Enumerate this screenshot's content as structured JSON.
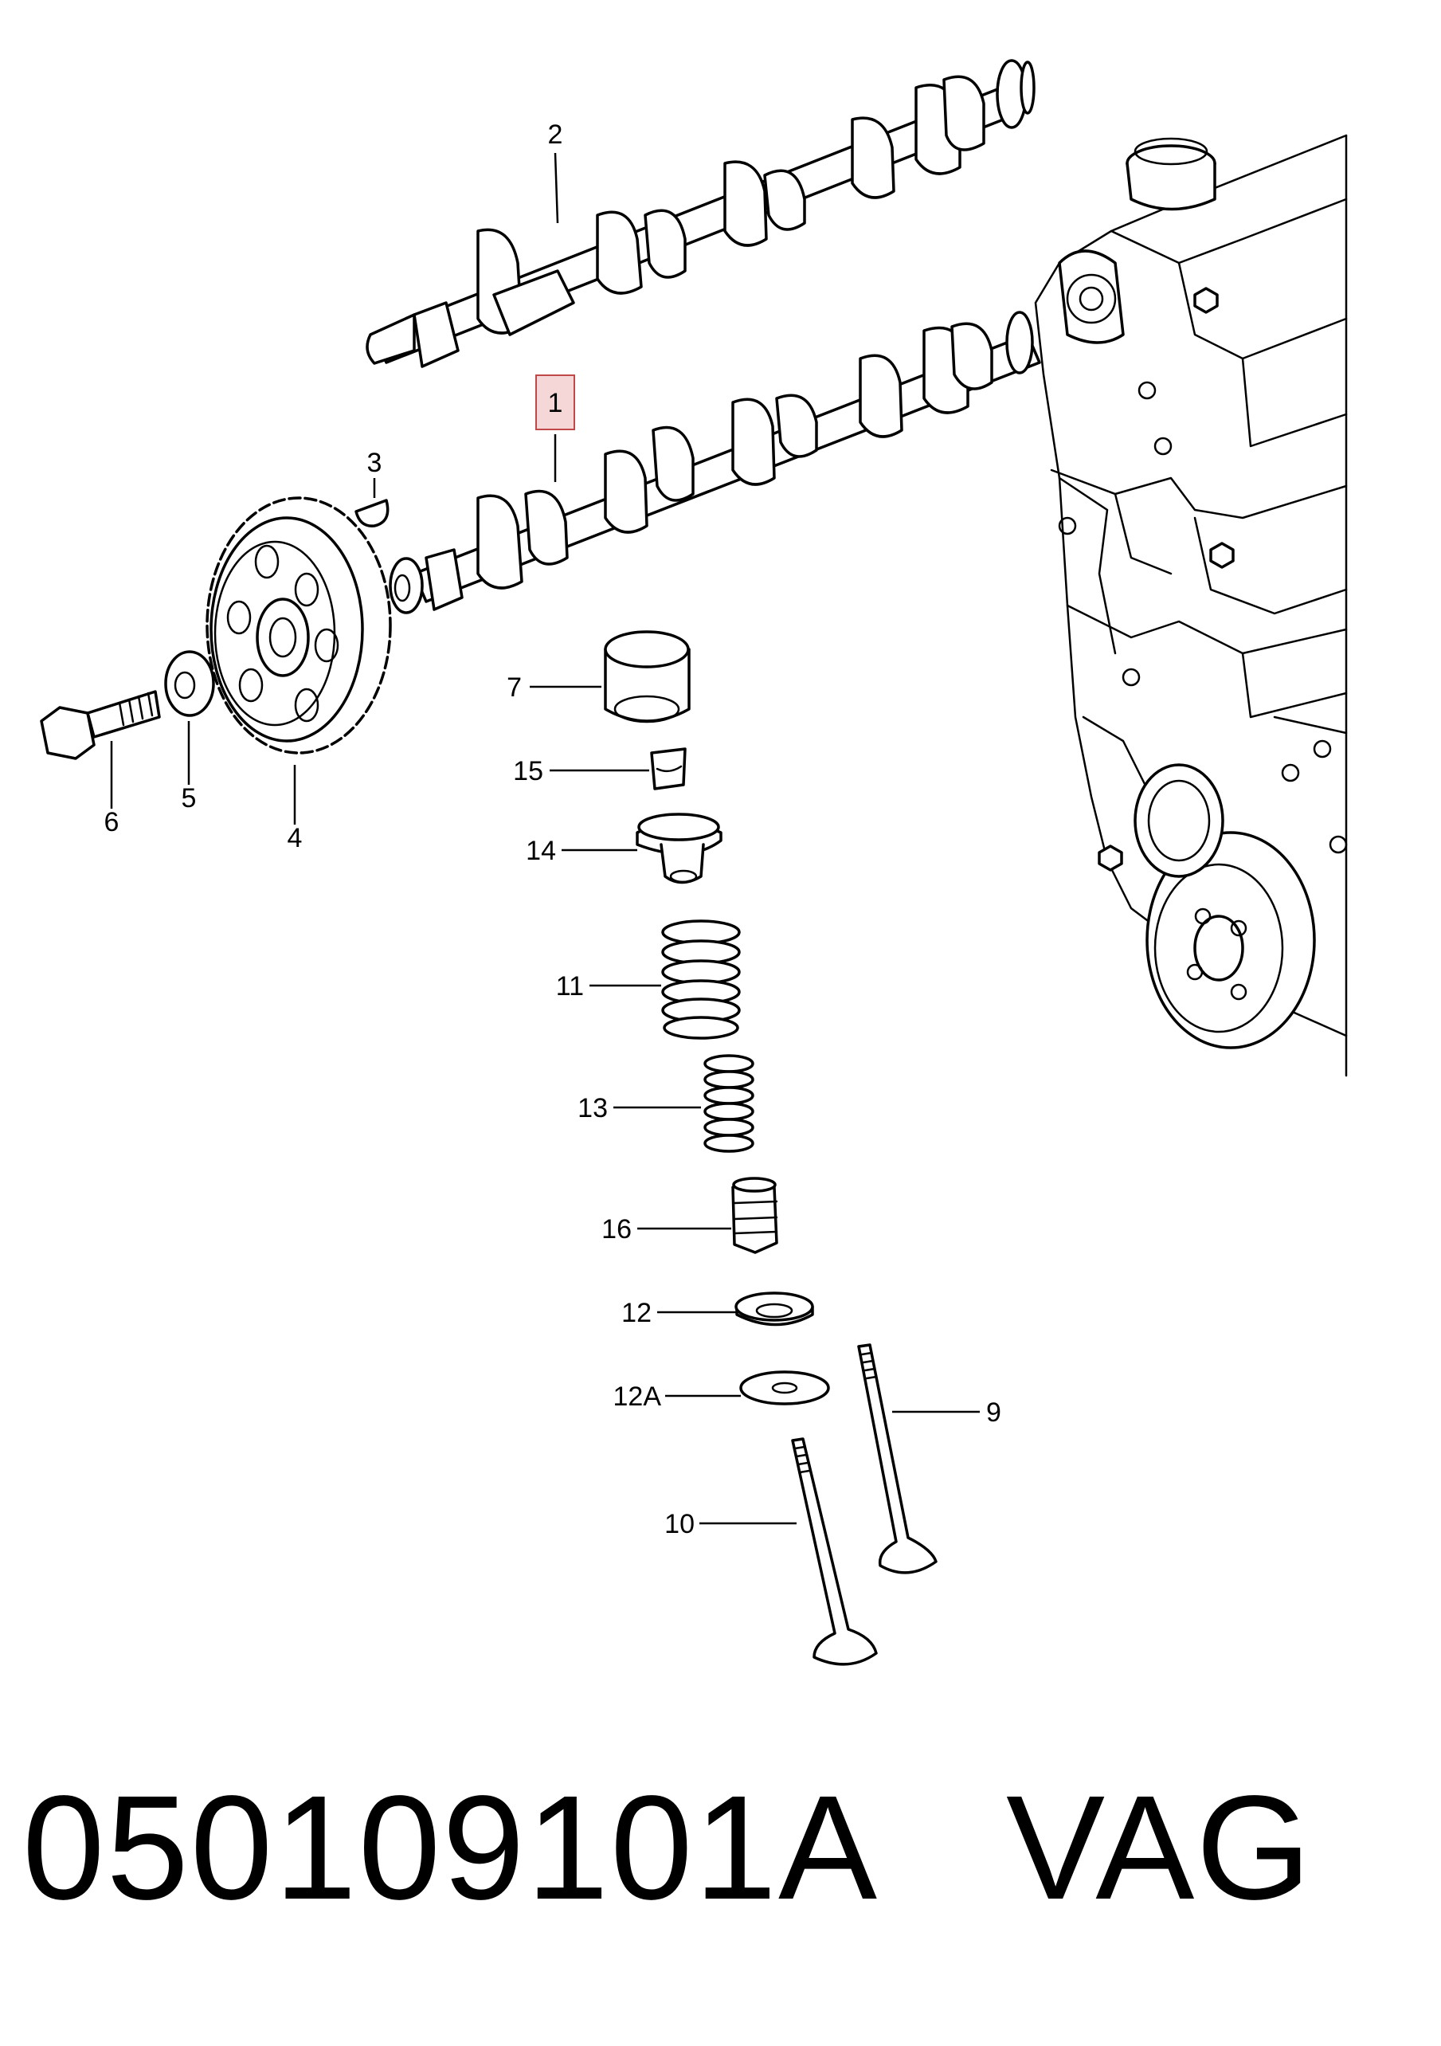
{
  "callouts": [
    {
      "id": "c1",
      "text": "1",
      "highlighted": true
    },
    {
      "id": "c2",
      "text": "2"
    },
    {
      "id": "c3",
      "text": "3"
    },
    {
      "id": "c4",
      "text": "4"
    },
    {
      "id": "c5",
      "text": "5"
    },
    {
      "id": "c6",
      "text": "6"
    },
    {
      "id": "c7",
      "text": "7"
    },
    {
      "id": "c15",
      "text": "15"
    },
    {
      "id": "c14",
      "text": "14"
    },
    {
      "id": "c11",
      "text": "11"
    },
    {
      "id": "c13",
      "text": "13"
    },
    {
      "id": "c16",
      "text": "16"
    },
    {
      "id": "c12",
      "text": "12"
    },
    {
      "id": "c12a",
      "text": "12A"
    },
    {
      "id": "c9",
      "text": "9"
    },
    {
      "id": "c10",
      "text": "10"
    }
  ],
  "caption": {
    "part_number": "050109101A",
    "brand": "VAG"
  },
  "colors": {
    "highlight_fill": "#f6d7d7",
    "highlight_border": "#c04848",
    "line": "#000000"
  }
}
